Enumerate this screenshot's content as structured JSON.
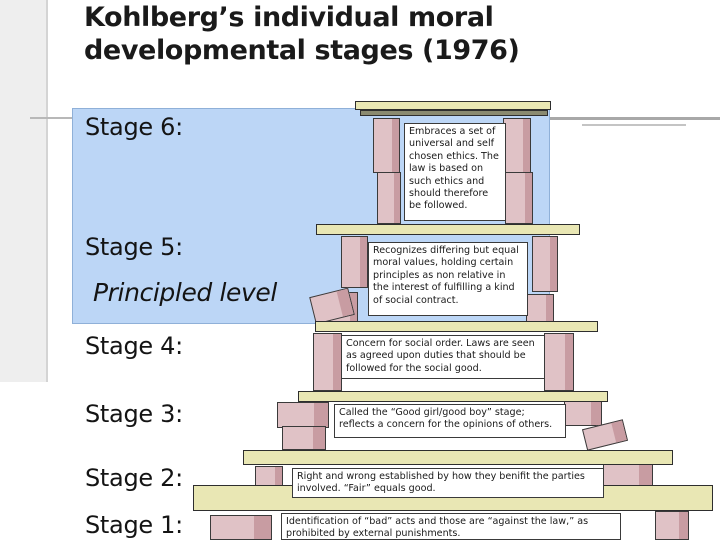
{
  "title": {
    "line1": "Kohlberg’s individual moral",
    "line2": "developmental stages (1976)"
  },
  "level_label": "Principled level",
  "stages": [
    {
      "label": "Stage 6:",
      "description": "Embraces a set of universal and self chosen ethics. The law is based on such ethics and should therefore be followed."
    },
    {
      "label": "Stage 5:",
      "description": "Recognizes differing but equal moral values, holding certain principles as non relative in the interest of fulfilling a kind of social contract."
    },
    {
      "label": "Stage 4:",
      "description": "Concern for social order. Laws are seen as agreed upon duties that should be followed for the social good."
    },
    {
      "label": "Stage 3:",
      "description": "Called the “Good girl/good boy” stage; reflects a concern for the opinions of others."
    },
    {
      "label": "Stage 2:",
      "description": "Right and wrong established by how they benifit the parties involved. “Fair” equals good."
    },
    {
      "label": "Stage 1:",
      "description": "Identification of “bad” acts and those are “against the law,” as prohibited by external punishments."
    }
  ],
  "colors": {
    "highlight": "#bcd6f6",
    "plank": "#e9e7b4",
    "brick": "#e0c2c6",
    "brick_shade": "#c89ca2",
    "text": "#141414"
  }
}
